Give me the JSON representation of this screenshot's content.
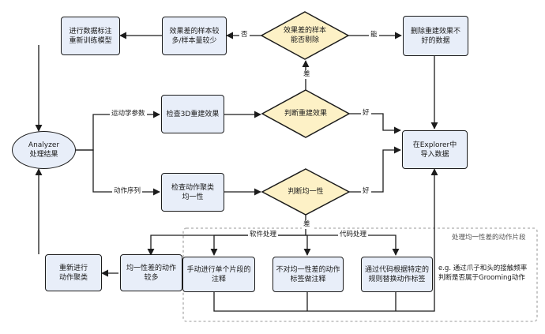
{
  "nodes": {
    "analyzer": "Analyzer\n处理结果",
    "retrain": "进行数据标注\n重新训练模型",
    "few_samples": "效果差的样本较\n多/样本量较少",
    "can_delete": "效果差的样本\n能否剔除",
    "delete_bad": "删除重建效果不\n好的数据",
    "check_3d": "检查3D重建效果",
    "judge_recon": "判断重建效果",
    "import_explorer": "在Explorer中\n导入数据",
    "check_cluster": "检查动作聚类\n均一性",
    "judge_uniform": "判断均一性",
    "recluster": "重新进行\n动作聚类",
    "uniform_bad_many": "均一性差的动作\n较多",
    "manual_annotate": "手动进行单个片段的\n注释",
    "no_annotate": "不对均一性差的动作\n标签做注释",
    "code_replace": "通过代码根据特定的\n规则替换动作标签"
  },
  "labels": {
    "no": "否",
    "yes_can": "能",
    "bad_top": "差",
    "good_recon": "好",
    "good_uniform": "好",
    "bad_uniform": "差",
    "kinematics": "运动学参数",
    "action_seq": "动作序列",
    "software": "软件处理",
    "code": "代码处理"
  },
  "region_title": "处理均一性差的动作片段",
  "note": "e.g. 通过爪子和头的接触频率\n判断是否属于Grooming动作",
  "colors": {
    "box_fill": "#e8eef9",
    "diamond_fill": "#fdf1c6",
    "stroke": "#1c1c1c",
    "region_border": "#bbbbbb"
  }
}
